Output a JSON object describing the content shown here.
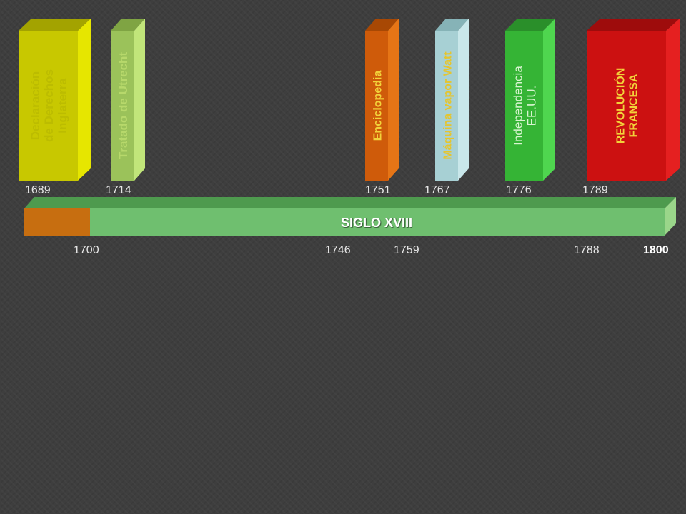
{
  "century_label": "SIGLO XVIII",
  "events": [
    {
      "id": "declaracion",
      "lines": [
        "Declaración",
        "de Derechos",
        "Inglaterra"
      ],
      "year": "1689",
      "front_color": "#c8c800",
      "side_color": "#e6e600",
      "top_color": "#a3a300",
      "text_color": "#bcbc00"
    },
    {
      "id": "utrecht",
      "lines": [
        "Tratado de Utrecht"
      ],
      "year": "1714",
      "front_color": "#9bc25a",
      "side_color": "#c1e57a",
      "top_color": "#7fa443",
      "text_color": "#b7d86b"
    },
    {
      "id": "enciclopedia",
      "lines": [
        "Enciclopedia"
      ],
      "year": "1751",
      "front_color": "#cf5b0a",
      "side_color": "#e67516",
      "top_color": "#a84804",
      "text_color": "#f2d23a"
    },
    {
      "id": "watt",
      "lines": [
        "Máquina vapor Watt"
      ],
      "year": "1767",
      "front_color": "#a7d0d4",
      "side_color": "#c9e7ea",
      "top_color": "#86b3b7",
      "text_color": "#e5c52e"
    },
    {
      "id": "independencia",
      "lines": [
        "Independencia",
        "EE.UU."
      ],
      "year": "1776",
      "front_color": "#35b435",
      "side_color": "#4fd64f",
      "top_color": "#2a8f2a",
      "text_color": "#d8f4d0"
    },
    {
      "id": "revolucion",
      "lines": [
        "REVOLUCIÓN",
        "FRANCESA"
      ],
      "year": "1789",
      "front_color": "#cc1111",
      "side_color": "#e52020",
      "top_color": "#9e0c0c",
      "text_color": "#f2d23a"
    }
  ],
  "timeline_ticks": [
    "1700",
    "1746",
    "1759",
    "1788",
    "1800"
  ],
  "timeline_colors": {
    "segment_start": "#c76e10",
    "segment_main": "#6fbf6f",
    "end_cap": "#9ad68a",
    "top_face": "#4e9a4e"
  }
}
